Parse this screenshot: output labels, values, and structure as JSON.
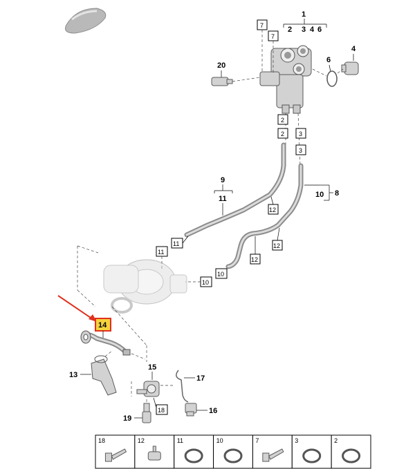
{
  "callouts": {
    "c1": "1",
    "c1_sub": [
      "2",
      "3",
      "4",
      "6"
    ],
    "c2": "2",
    "c3": "3",
    "c4": "4",
    "c6": "6",
    "c7": "7",
    "c8": "8",
    "c9": "9",
    "c10": "10",
    "c11": "11",
    "c12": "12",
    "c13": "13",
    "c14": "14",
    "c15": "15",
    "c16": "16",
    "c17": "17",
    "c18": "18",
    "c19": "19",
    "c20": "20"
  },
  "legend": {
    "items": [
      {
        "num": "18",
        "icon": "bolt-icon"
      },
      {
        "num": "12",
        "icon": "clip-icon"
      },
      {
        "num": "11",
        "icon": "o-ring-icon"
      },
      {
        "num": "10",
        "icon": "o-ring-icon"
      },
      {
        "num": "7",
        "icon": "bolt-icon"
      },
      {
        "num": "3",
        "icon": "o-ring-icon"
      },
      {
        "num": "2",
        "icon": "o-ring-icon"
      }
    ]
  },
  "colors": {
    "highlight_fill": "#f4d23c",
    "highlight_border": "#e0301e",
    "arrow": "#e0301e",
    "part_grey": "#d2d2d2"
  }
}
